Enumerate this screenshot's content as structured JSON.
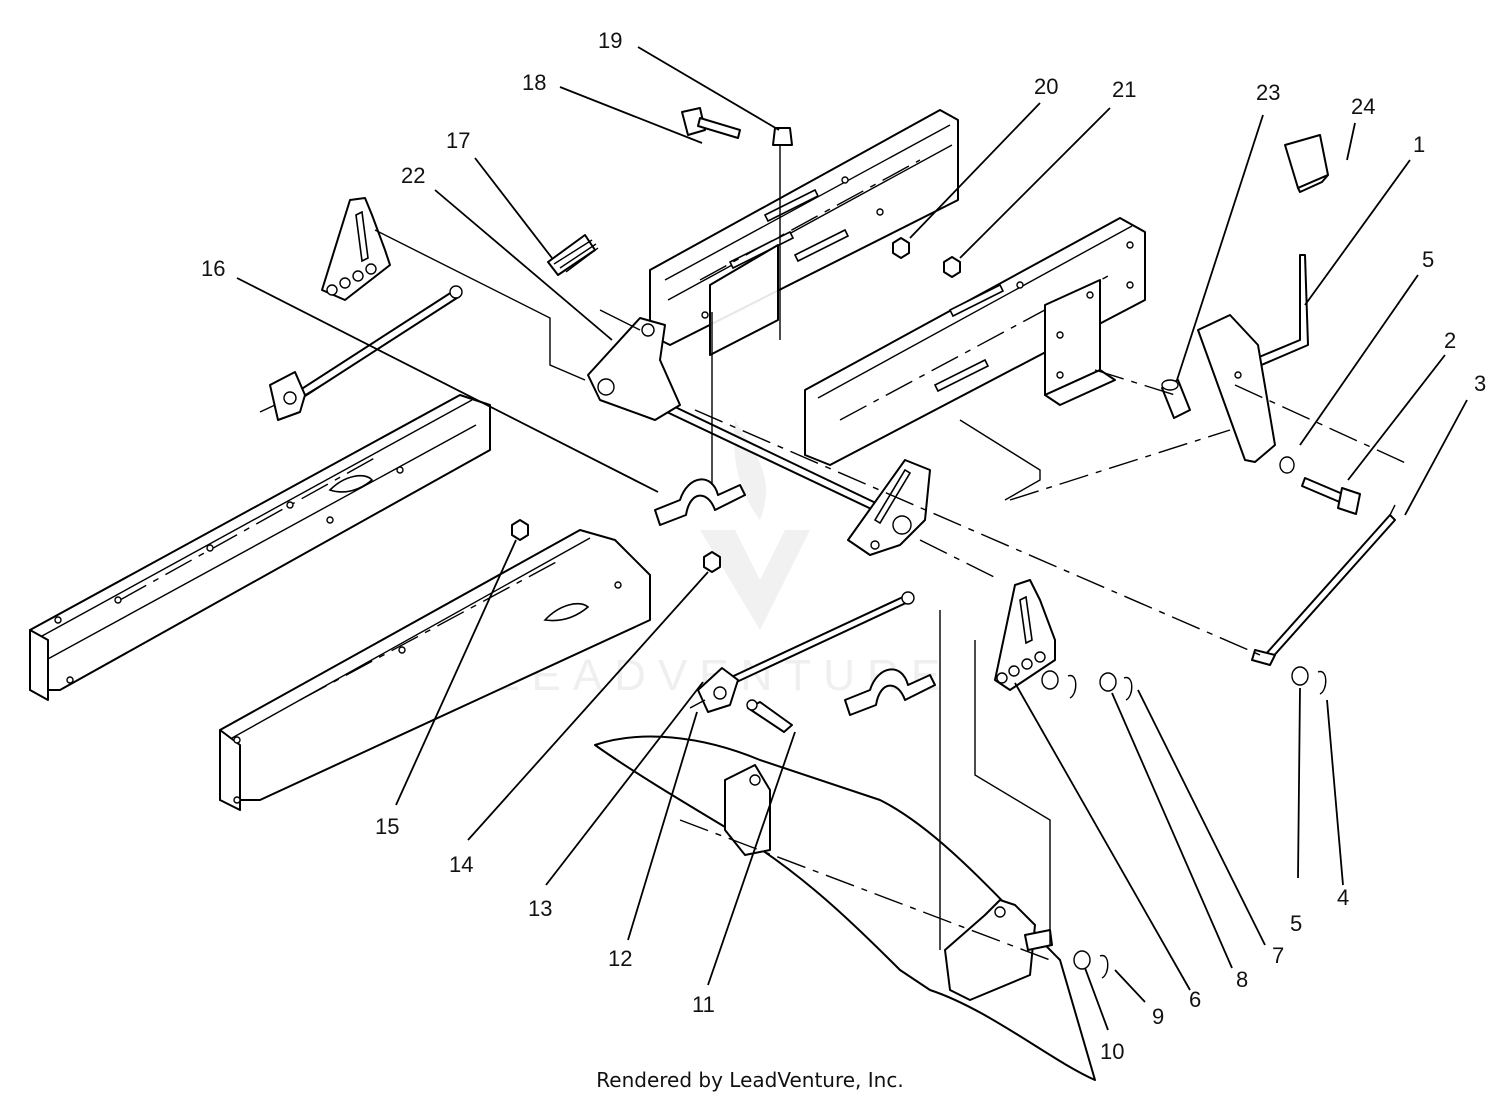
{
  "diagram": {
    "callouts": [
      {
        "id": "callout-1",
        "label": "1"
      },
      {
        "id": "callout-2",
        "label": "2"
      },
      {
        "id": "callout-3",
        "label": "3"
      },
      {
        "id": "callout-4",
        "label": "4"
      },
      {
        "id": "callout-5a",
        "label": "5"
      },
      {
        "id": "callout-5b",
        "label": "5"
      },
      {
        "id": "callout-6",
        "label": "6"
      },
      {
        "id": "callout-7",
        "label": "7"
      },
      {
        "id": "callout-8",
        "label": "8"
      },
      {
        "id": "callout-9",
        "label": "9"
      },
      {
        "id": "callout-10",
        "label": "10"
      },
      {
        "id": "callout-11",
        "label": "11"
      },
      {
        "id": "callout-12",
        "label": "12"
      },
      {
        "id": "callout-13",
        "label": "13"
      },
      {
        "id": "callout-14",
        "label": "14"
      },
      {
        "id": "callout-15",
        "label": "15"
      },
      {
        "id": "callout-16",
        "label": "16"
      },
      {
        "id": "callout-17",
        "label": "17"
      },
      {
        "id": "callout-18",
        "label": "18"
      },
      {
        "id": "callout-19",
        "label": "19"
      },
      {
        "id": "callout-20",
        "label": "20"
      },
      {
        "id": "callout-21",
        "label": "21"
      },
      {
        "id": "callout-22",
        "label": "22"
      },
      {
        "id": "callout-23",
        "label": "23"
      },
      {
        "id": "callout-24",
        "label": "24"
      }
    ],
    "watermark": "LEADVENTURE",
    "footer": "Rendered by LeadVenture, Inc."
  }
}
